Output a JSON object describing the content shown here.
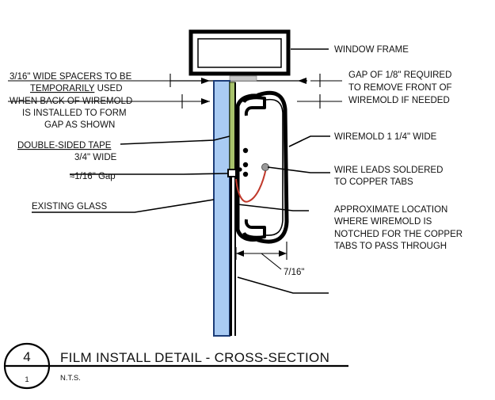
{
  "labels": {
    "window_frame": "WINDOW FRAME",
    "gap_line1": "GAP OF 1/8\" REQUIRED",
    "gap_line2": "TO REMOVE FRONT OF",
    "gap_line3": "WIREMOLD IF NEEDED",
    "spacers_line1": "3/16\" WIDE SPACERS TO BE",
    "spacers_line2a": "TEMPORARILY",
    "spacers_line2b": " USED",
    "spacers_line3": "WHEN BACK OF WIREMOLD",
    "spacers_line4": "IS INSTALLED TO FORM",
    "spacers_line5": "GAP AS SHOWN",
    "tape_line1": "DOUBLE-SIDED TAPE",
    "tape_line2": "3/4\" WIDE",
    "gap_16": "≈1/16\" Gap",
    "existing_glass": "EXISTING GLASS",
    "wiremold": "WIREMOLD 1 1/4\" WIDE",
    "wire_line1": "WIRE LEADS SOLDERED",
    "wire_line2": "TO COPPER TABS",
    "approx_line1": "APPROXIMATE LOCATION",
    "approx_line2": "WHERE WIREMOLD IS",
    "approx_line3": "NOTCHED FOR THE COPPER",
    "approx_line4": "TABS TO PASS THROUGH",
    "dim_7_16": "7/16\""
  },
  "title_block": {
    "detail_number": "4",
    "sheet_number": "1",
    "title": "FILM INSTALL DETAIL - CROSS-SECTION",
    "scale": "N.T.S."
  },
  "colors": {
    "glass": "#a9cbf3",
    "glass_edge": "#1c3c78",
    "tape": "#a7c26b",
    "wire": "#c0392b",
    "line": "#000000"
  }
}
